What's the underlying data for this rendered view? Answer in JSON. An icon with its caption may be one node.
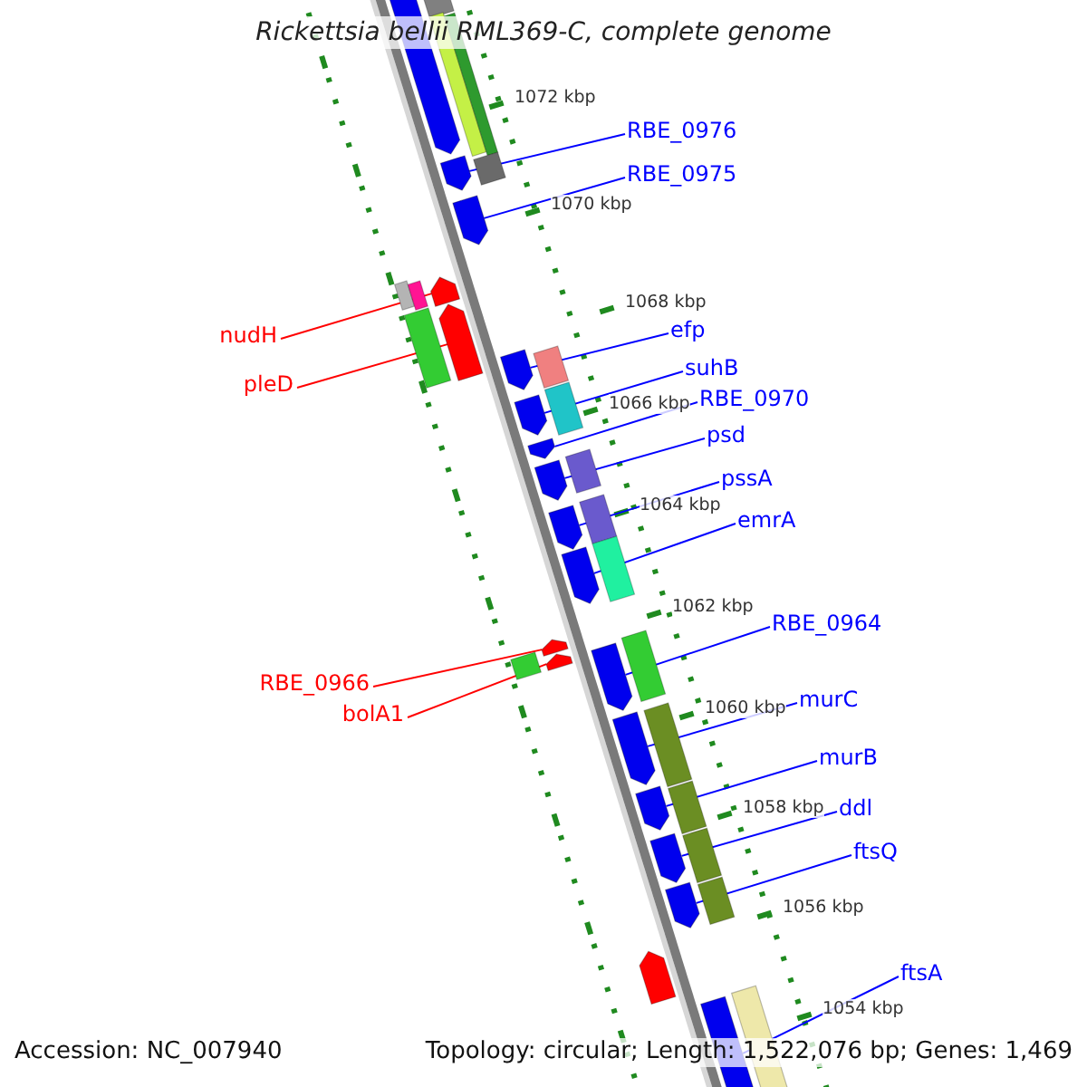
{
  "diagram": {
    "title": "Rickettsia bellii RML369-C, complete genome",
    "nodes": [
      {
        "text": [
          "RBE_0976"
        ]
      },
      {
        "text": [
          "RBE_0975"
        ]
      },
      {
        "text": [
          "efp"
        ]
      },
      {
        "text": [
          "nudH"
        ]
      },
      {
        "text": [
          "suhB"
        ]
      },
      {
        "text": [
          "pleD"
        ]
      },
      {
        "text": [
          "RBE_0970"
        ]
      },
      {
        "text": [
          "psd"
        ]
      },
      {
        "text": [
          "pssA"
        ]
      },
      {
        "text": [
          "emrA"
        ]
      },
      {
        "text": [
          "RBE_0964"
        ]
      },
      {
        "text": [
          "RBE_0966"
        ]
      },
      {
        "text": [
          "murC"
        ]
      },
      {
        "text": [
          "bolA1"
        ]
      },
      {
        "text": [
          "murB"
        ]
      },
      {
        "text": [
          "ddl"
        ]
      },
      {
        "text": [
          "ftsQ"
        ]
      },
      {
        "text": [
          "ftsA"
        ]
      },
      {
        "text": [],
        "shape": "bar"
      },
      {
        "text": [],
        "shape": "bar"
      },
      {
        "text": [],
        "shape": "bar"
      },
      {
        "text": [],
        "shape": "bar"
      },
      {
        "text": [],
        "shape": "bar"
      },
      {
        "text": [],
        "shape": "bar"
      },
      {
        "text": [],
        "shape": "bar"
      },
      {
        "text": [],
        "shape": "bar"
      },
      {
        "text": [],
        "shape": "bar"
      },
      {
        "text": [],
        "shape": "bar"
      },
      {
        "text": [],
        "shape": "bar"
      },
      {
        "text": [],
        "shape": "bar"
      },
      {
        "text": [],
        "shape": "bar"
      },
      {
        "text": [],
        "shape": "bar"
      },
      {
        "text": [],
        "shape": "bar"
      },
      {
        "text": [],
        "shape": "bar"
      },
      {
        "text": [],
        "shape": "bar"
      },
      {
        "text": [],
        "shape": "bar"
      }
    ],
    "edges": [
      {
        "from": 0,
        "to": 18,
        "arrow": "none"
      },
      {
        "from": 1,
        "to": 19,
        "arrow": "none"
      },
      {
        "from": 2,
        "to": 22,
        "arrow": "none"
      },
      {
        "from": 3,
        "to": 20,
        "arrow": "none",
        "color": "#ff0000"
      },
      {
        "from": 4,
        "to": 23,
        "arrow": "none"
      },
      {
        "from": 5,
        "to": 21,
        "arrow": "none",
        "color": "#ff0000"
      },
      {
        "from": 6,
        "to": 24,
        "arrow": "none"
      },
      {
        "from": 7,
        "to": 25,
        "arrow": "none"
      },
      {
        "from": 8,
        "to": 26,
        "arrow": "none"
      },
      {
        "from": 9,
        "to": 27,
        "arrow": "none"
      },
      {
        "from": 10,
        "to": 30,
        "arrow": "none"
      },
      {
        "from": 11,
        "to": 28,
        "arrow": "none",
        "color": "#ff0000"
      },
      {
        "from": 12,
        "to": 31,
        "arrow": "none"
      },
      {
        "from": 13,
        "to": 29,
        "arrow": "none",
        "color": "#ff0000"
      },
      {
        "from": 14,
        "to": 32,
        "arrow": "none"
      },
      {
        "from": 15,
        "to": 33,
        "arrow": "none"
      },
      {
        "from": 16,
        "to": 34,
        "arrow": "none"
      },
      {
        "from": 17,
        "to": 35,
        "arrow": "none"
      }
    ],
    "labels": [
      "1072 kbp",
      "1070 kbp",
      "1068 kbp",
      "1066 kbp",
      "1064 kbp",
      "1062 kbp",
      "1060 kbp",
      "1058 kbp",
      "1056 kbp",
      "1054 kbp",
      "Accession: NC_007940",
      "Topology: circular; Length: 1,522,076 bp; Genes: 1,469"
    ]
  }
}
